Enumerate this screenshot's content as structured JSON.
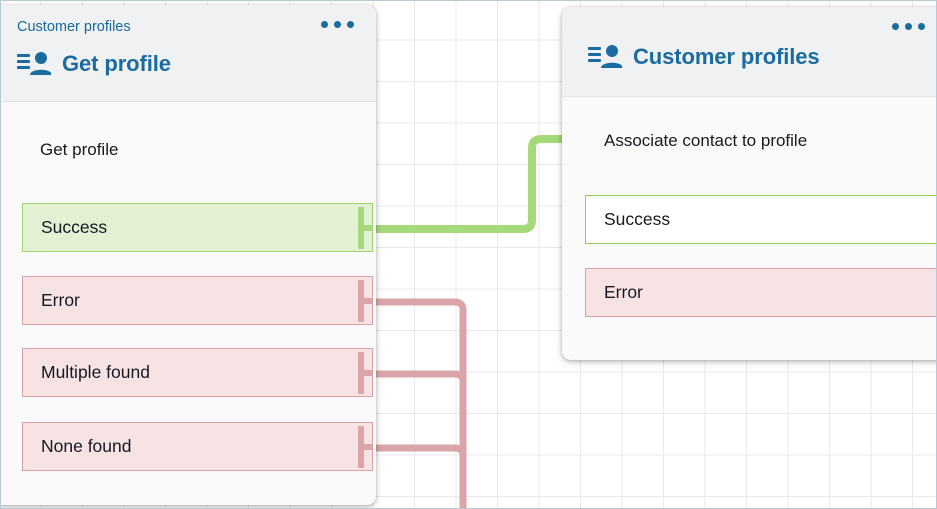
{
  "canvas": {
    "background": "#ffffff",
    "grid_color": "#e9e9e9",
    "border_color": "#b8c9d4"
  },
  "colors": {
    "brand_blue": "#1a6ba0",
    "success_fill": "#e2f0d3",
    "success_border": "#9fd468",
    "success_connector": "#a6d97a",
    "error_fill": "#f7e3e4",
    "error_border": "#d8a1a5",
    "error_connector": "#d9a5a9",
    "card_header_bg": "#f0f1f2",
    "card_body_bg": "#fafafa",
    "chevron_grey": "#9b9b9b",
    "text": "#16191f"
  },
  "cards": [
    {
      "id": "get-profile",
      "eyebrow": "Customer profiles",
      "title": "Get profile",
      "icon": "contact-profile-icon",
      "menu_icon": "more-options-icon",
      "action_label": "Get profile",
      "inbound_marker": "chevron-right-grey",
      "rows": [
        {
          "label": "Success",
          "type": "success",
          "connector": "green"
        },
        {
          "label": "Error",
          "type": "error",
          "connector": "pink"
        },
        {
          "label": "Multiple found",
          "type": "error",
          "connector": "pink"
        },
        {
          "label": "None found",
          "type": "error",
          "connector": "pink"
        }
      ]
    },
    {
      "id": "associate-contact-to-profile",
      "eyebrow": "",
      "title": "Customer profiles",
      "icon": "contact-profile-icon",
      "menu_icon": "more-options-icon",
      "action_label": "Associate contact to profile",
      "inbound_marker": "chevron-right-green",
      "rows": [
        {
          "label": "Success",
          "type": "success-hollow",
          "connector": "none"
        },
        {
          "label": "Error",
          "type": "error",
          "connector": "none"
        }
      ]
    }
  ],
  "connectors": [
    {
      "id": "success-to-associate",
      "from": "get-profile.Success",
      "to": "associate-contact-to-profile",
      "color": "#a6d97a",
      "arrow": true
    },
    {
      "id": "error-trunk",
      "from": "get-profile.Error",
      "to": "offscreen-below",
      "color": "#d9a5a9",
      "arrow": false
    },
    {
      "id": "multiple-found-trunk",
      "from": "get-profile.Multiple found",
      "to": "offscreen-below",
      "color": "#d9a5a9",
      "arrow": false
    },
    {
      "id": "none-found-trunk",
      "from": "get-profile.None found",
      "to": "offscreen-below",
      "color": "#d9a5a9",
      "arrow": false
    }
  ]
}
